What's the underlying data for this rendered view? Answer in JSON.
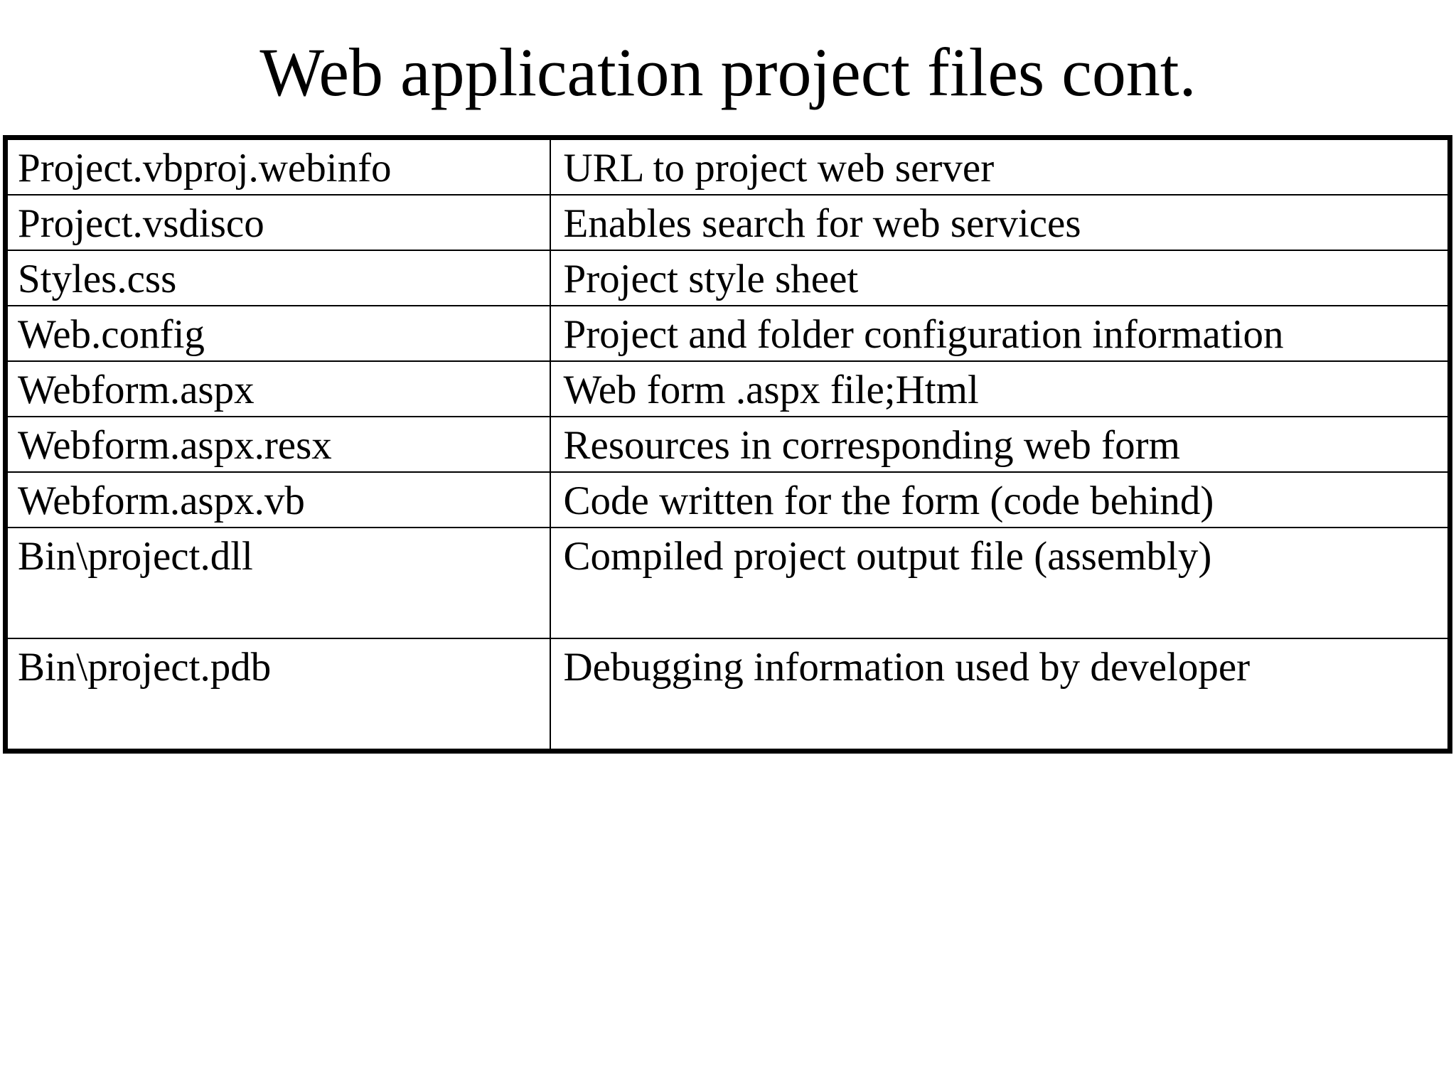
{
  "slide": {
    "title": "Web application project files cont.",
    "background_color": "#ffffff",
    "text_color": "#000000",
    "border_color": "#000000"
  },
  "table": {
    "columns": [
      "file",
      "description"
    ],
    "rows": [
      {
        "file": "Project.vbproj.webinfo",
        "description": "URL to project web server",
        "tall": false
      },
      {
        "file": "Project.vsdisco",
        "description": "Enables search for web services",
        "tall": false
      },
      {
        "file": "Styles.css",
        "description": "Project style sheet",
        "tall": false
      },
      {
        "file": "Web.config",
        "description": "Project and folder configuration information",
        "tall": false
      },
      {
        "file": "Webform.aspx",
        "description": "Web form .aspx file;Html",
        "tall": false
      },
      {
        "file": "Webform.aspx.resx",
        "description": "Resources in corresponding web form",
        "tall": false
      },
      {
        "file": "Webform.aspx.vb",
        "description": "Code written for the form (code behind)",
        "tall": false
      },
      {
        "file": "Bin\\project.dll",
        "description": "Compiled project output file (assembly)",
        "tall": true
      },
      {
        "file": "Bin\\project.pdb",
        "description": "Debugging information used by developer",
        "tall": true
      }
    ]
  }
}
